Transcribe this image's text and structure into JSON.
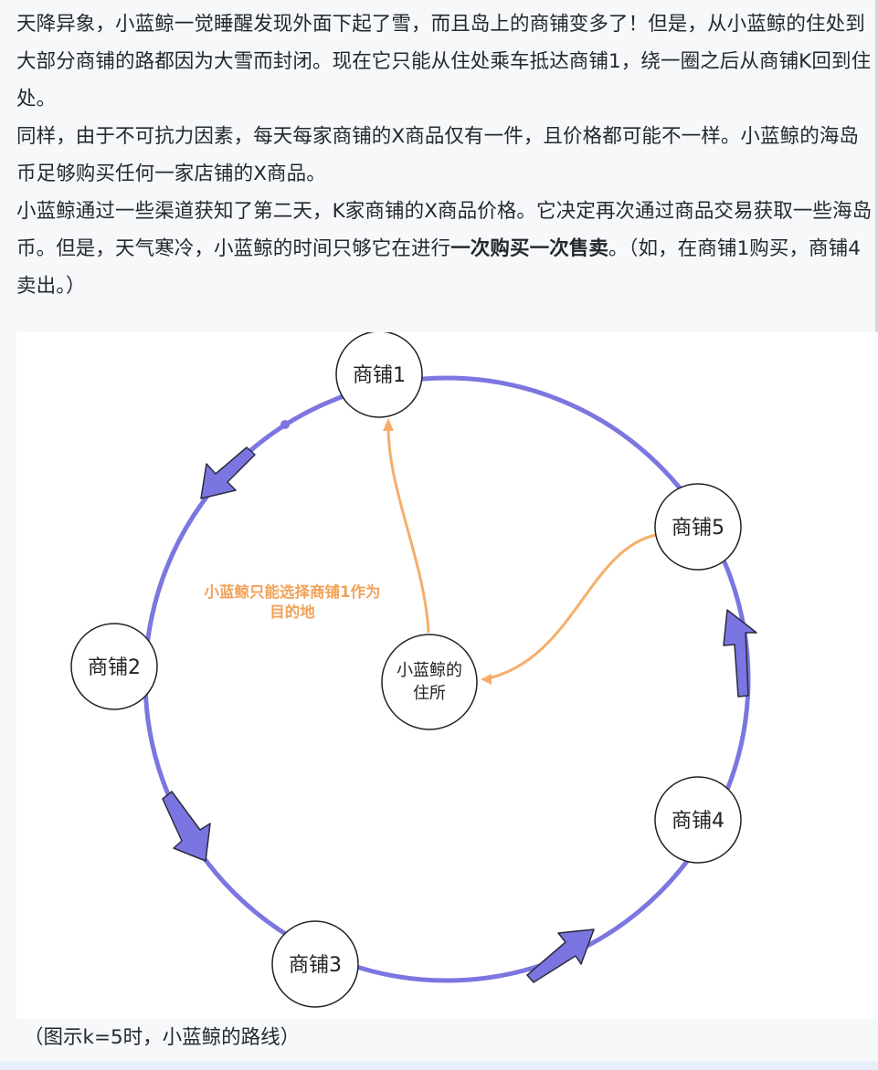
{
  "paragraphs": {
    "p1": "天降异象，小蓝鲸一觉睡醒发现外面下起了雪，而且岛上的商铺变多了！但是，从小蓝鲸的住处到大部分商铺的路都因为大雪而封闭。现在它只能从住处乘车抵达商铺1，绕一圈之后从商铺K回到住处。",
    "p2": "同样，由于不可抗力因素，每天每家商铺的X商品仅有一件，且价格都可能不一样。小蓝鲸的海岛币足够购买任何一家店铺的X商品。",
    "p3_before": "小蓝鲸通过一些渠道获知了第二天，K家商铺的X商品价格。它决定再次通过商品交易获取一些海岛币。但是，天气寒冷，小蓝鲸的时间只够它在进行",
    "p3_bold": "一次购买一次售卖",
    "p3_after": "。（如，在商铺1购买，商铺4卖出。）"
  },
  "diagram": {
    "nodes": {
      "shop1": "商铺1",
      "shop2": "商铺2",
      "shop3": "商铺3",
      "shop4": "商铺4",
      "shop5": "商铺5",
      "home_line1": "小蓝鲸的",
      "home_line2": "住所"
    },
    "annotation_line1": "小蓝鲸只能选择商铺1作为",
    "annotation_line2": "目的地",
    "colors": {
      "ring": "#7b76e0",
      "arrow_fill": "#7b75e2",
      "path": "#f5ae6a",
      "annotation": "#f0a25a"
    }
  },
  "caption": "（图示k=5时，小蓝鲸的路线）"
}
